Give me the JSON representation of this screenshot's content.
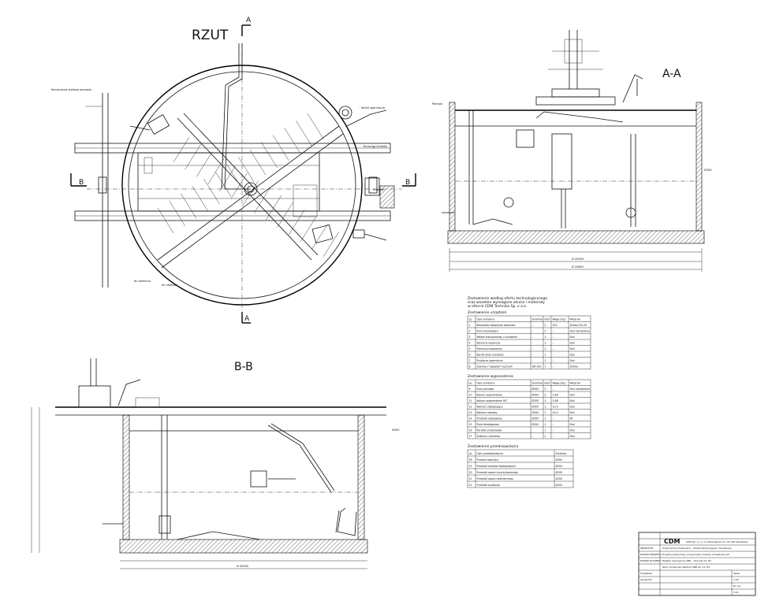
{
  "views": {
    "plan_title": "RZUT",
    "section_aa_title": "A-A",
    "section_bb_title": "B-B",
    "cut_a": "A",
    "cut_b": "B"
  },
  "notes": {
    "equipment_header": "Zestawienie według ofertu technologicznego oraz wszelkie wymagane okucia i materiały w ofercie CDM Technika Sp. z o.o.",
    "table1_title": "Zestawienie urządzeń",
    "table2_title": "Zestawienie wyposażenia",
    "table3_title": "Zestawienie przedsięwzięcia"
  },
  "table1": {
    "headers": [
      "Lp.",
      "Opis armatury",
      "Średnica",
      "Ilość",
      "Waga [kg]",
      "Materiał"
    ],
    "rows": [
      [
        "1",
        "Mieszadło zatapialne wolnoobr.",
        "–",
        "2",
        "225",
        "Żeliwo GG-25"
      ],
      [
        "2",
        "Rura prowadząca",
        "–",
        "2",
        "–",
        "Stal nierdzewna"
      ],
      [
        "3",
        "Wózek transportowy z żurawiem",
        "–",
        "1",
        "–",
        "Stal"
      ],
      [
        "4",
        "Kolumna wsporcza",
        "–",
        "1",
        "–",
        "Stal"
      ],
      [
        "5",
        "Pomost przegubowy",
        "–",
        "1",
        "–",
        "Stal"
      ],
      [
        "6",
        "Konstrukcja mostowa",
        "–",
        "1",
        "–",
        "Stal"
      ],
      [
        "7",
        "Przyłącze zgarniacza",
        "–",
        "1",
        "–",
        "Stal"
      ],
      [
        "8",
        "Zasuwa z napędem ręcznym",
        "DN 200",
        "1",
        "–",
        "Żeliwo"
      ]
    ]
  },
  "table2": {
    "headers": [
      "Lp.",
      "Opis armatury",
      "Średnica",
      "Ilość",
      "Waga [kg]",
      "Materiał"
    ],
    "rows": [
      [
        "9",
        "Rura pionowa",
        "Ø300",
        "2",
        "–",
        "Stal nierdzewna"
      ],
      [
        "10",
        "Kolano segmentowe",
        "Ø300",
        "2",
        "3.98",
        "Stal"
      ],
      [
        "11",
        "Kolano segmentowe 90°",
        "Ø300",
        "1",
        "3.98",
        "Stal"
      ],
      [
        "12",
        "Kołnierz zaślepiający",
        "Ø300",
        "1",
        "10.0",
        "Stal"
      ],
      [
        "13",
        "Kołnierz stalowy",
        "Ø300",
        "1",
        "10.0",
        "Stal"
      ],
      [
        "14",
        "Przewód odpływowy",
        "Ø300",
        "1",
        "–",
        "PE"
      ],
      [
        "15",
        "Rura teleskopowa",
        "Ø300",
        "1",
        "–",
        "Stal"
      ],
      [
        "16",
        "Korytko przelewowe",
        "–",
        "1",
        "–",
        "Stal"
      ],
      [
        "17",
        "Drabina z barierką",
        "–",
        "1",
        "–",
        "Stal"
      ]
    ]
  },
  "table3": {
    "headers": [
      "Lp.",
      "Opis przedsięwzięcia",
      "Średnica"
    ],
    "rows": [
      [
        "18",
        "Przelew awaryjny",
        "Ø300"
      ],
      [
        "19",
        "Przewód ścieków dopływowych",
        "Ø200"
      ],
      [
        "20",
        "Przewód osadu recyrkulowanego",
        "Ø200"
      ],
      [
        "21",
        "Przewód osadu nadmiernego",
        "Ø200"
      ],
      [
        "22",
        "Przewód spustowy",
        "Ø200"
      ]
    ]
  },
  "titleblock": {
    "company": "CDM",
    "company_address": "CDM Sp. z o.o. ul. Mickiewicza 21, 02-345 Warszawa",
    "investor_label": "INWESTOR",
    "investor_text": "Urząd Gminy Pawłowice – Zakład Wodociągów i Kanalizacji",
    "project_label": "NAZWA PROJEKTU",
    "project_text": "Projekt przebudowy oczyszczalni ścieków w Pawłowicach",
    "drawing_label": "NAZWA RYSUNKU",
    "drawing_text": "Reaktor biologiczny SBR - zbiornik A1, B1",
    "drawing_name": "Rzut i przekroje reaktora SBR zb. A1, B1",
    "designer_label": "Projektant",
    "checker_label": "Sprawdził",
    "scale_label": "Skala",
    "scale_value": "1:50",
    "sheet_label": "Nr rys.",
    "sheet_value": "T-01"
  }
}
